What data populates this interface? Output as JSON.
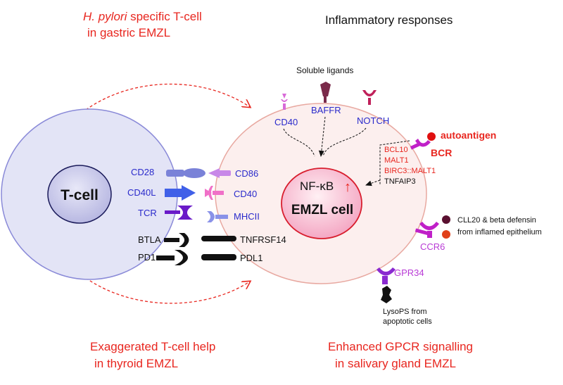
{
  "captions": {
    "top_left_italic": "H. pylori",
    "top_left_rest": " specific T-cell",
    "top_left_line2": "in gastric EMZL",
    "top_right": "Inflammatory responses",
    "bottom_left_line1": "Exaggerated T-cell help",
    "bottom_left_line2": "in thyroid EMZL",
    "bottom_right_line1": "Enhanced GPCR signalling",
    "bottom_right_line2": "in salivary gland EMZL"
  },
  "tcell": {
    "label": "T-cell",
    "receptors": [
      "CD28",
      "CD40L",
      "TCR",
      "BTLA",
      "PD1"
    ]
  },
  "emzl": {
    "label": "EMZL cell",
    "nfkb": "NF-κB",
    "up_arrow": "↑",
    "ligands_left": [
      "CD86",
      "CD40",
      "MHCII",
      "TNFRSF14",
      "PDL1"
    ],
    "top_receptors": [
      "CD40",
      "BAFFR",
      "NOTCH"
    ],
    "soluble_ligands": "Soluble ligands",
    "autoantigen": "autoantigen",
    "bcr": "BCR",
    "mutations": [
      "BCL10",
      "MALT1",
      "BIRC3::MALT1",
      "TNFAIP3"
    ],
    "ccr6": "CCR6",
    "gpr34": "GPR34"
  },
  "annotations": {
    "cll20_line1": "CLL20 & beta defensin",
    "cll20_line2": "from inflamed epithelium",
    "lysops_line1": "LysoPS from",
    "lysops_line2": "apoptotic cells"
  },
  "colors": {
    "caption_red": "#e8261f",
    "label_blue": "#2a2acb",
    "label_purple": "#b93bd6",
    "tcell_fill": "#e3e4f6",
    "tcell_stroke": "#8a8ad8",
    "emzl_fill": "#fcefee",
    "emzl_stroke": "#e8a8a0",
    "nucleus_fill": "#f6b8d0",
    "nucleus_stroke": "#d81e2e"
  }
}
